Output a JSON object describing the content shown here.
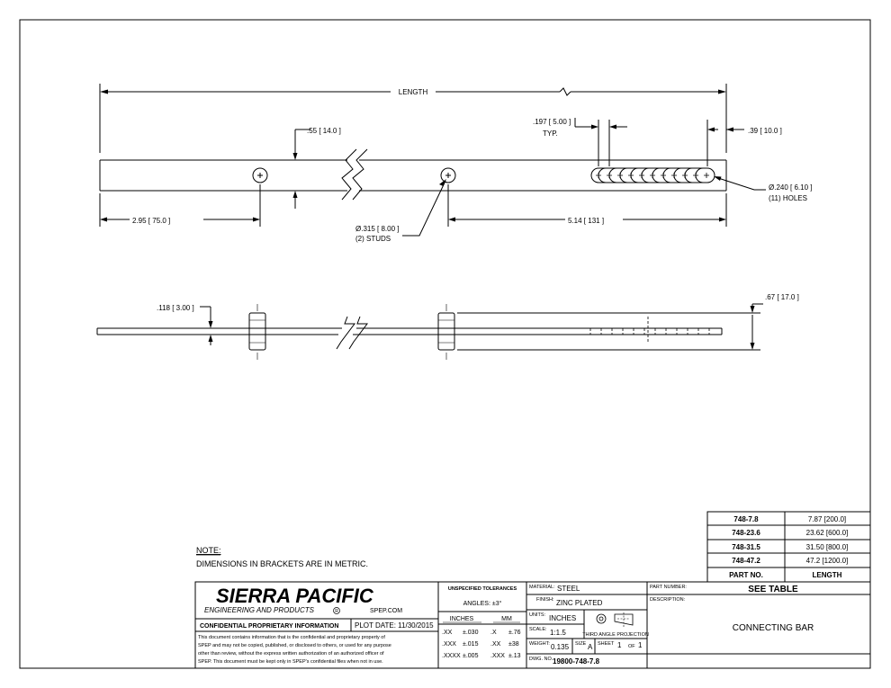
{
  "title_block": {
    "company_name": "SIERRA PACIFIC",
    "company_sub": "ENGINEERING AND PRODUCTS",
    "website": "SPEP.COM",
    "confidential_header": "CONFIDENTIAL PROPRIETARY INFORMATION",
    "plot_date": "PLOT DATE: 11/30/2015",
    "confidential_lines": [
      "This document contains information that is the confidential and proprietary property of",
      "SPEP and may not be copied, published, or disclosed to others, or used for any purpose",
      "other than review, without the express written authorization of an authorized officer of",
      "SPEP. This document must be kept only in SPEP's confidential files when not in use."
    ],
    "tolerances": {
      "header": "UNSPECIFIED TOLERANCES",
      "angles": "ANGLES: ±3°",
      "inches_label": "INCHES",
      "mm_label": "MM",
      "rows": [
        {
          "in_key": ".XX",
          "in_val": "±.030",
          "mm_key": ".X",
          "mm_val": "±.76"
        },
        {
          "in_key": ".XXX",
          "in_val": "±.015",
          "mm_key": ".XX",
          "mm_val": "±38"
        },
        {
          "in_key": ".XXXX",
          "in_val": "±.005",
          "mm_key": ".XXX",
          "mm_val": "±.13"
        }
      ]
    },
    "material_label": "MATERIAL:",
    "material": "STEEL",
    "finish_label": "FINISH:",
    "finish": "ZINC PLATED",
    "units_label": "UNITS:",
    "units": "INCHES",
    "scale_label": "SCALE:",
    "scale": "1:1.5",
    "projection_label": "THIRD ANGLE PROJECTION",
    "weight_label": "WEIGHT:",
    "weight": "0.135",
    "size_label": "SIZE",
    "size": "A",
    "sheet_label": "SHEET",
    "sheet": "1",
    "of_label": "OF",
    "sheet_total": "1",
    "dwg_label": "DWG. NO.",
    "dwg_no": "19800-748-7.8",
    "part_number_label": "PART NUMBER:",
    "part_number": "SEE TABLE",
    "description_label": "DESCRIPTION:",
    "description": "CONNECTING BAR"
  },
  "part_table": {
    "rows": [
      {
        "part": "748-7.8",
        "length": "7.87 [200.0]"
      },
      {
        "part": "748-23.6",
        "length": "23.62 [600.0]"
      },
      {
        "part": "748-31.5",
        "length": "31.50 [800.0]"
      },
      {
        "part": "748-47.2",
        "length": "47.2 [1200.0]"
      }
    ],
    "header_part": "PART NO.",
    "header_length": "LENGTH"
  },
  "note": {
    "title": "NOTE:",
    "text": "DIMENSIONS IN BRACKETS ARE IN METRIC."
  },
  "dimensions": {
    "length": "LENGTH",
    "bar_width": ".55",
    "bar_width_mm": "14.0",
    "hole_pitch": ".197",
    "hole_pitch_mm": "5.00",
    "typ": "TYP.",
    "end_offset": ".39",
    "end_offset_mm": "10.0",
    "stud_left": "2.95",
    "stud_left_mm": "75.0",
    "stud_right": "5.14",
    "stud_right_mm": "131",
    "stud_dia": "Ø.315",
    "stud_dia_mm": "8.00",
    "stud_count": "(2) STUDS",
    "hole_dia": "Ø.240",
    "hole_dia_mm": "6.10",
    "hole_count": "(11) HOLES",
    "thickness": ".118",
    "thickness_mm": "3.00",
    "height": ".67",
    "height_mm": "17.0"
  }
}
